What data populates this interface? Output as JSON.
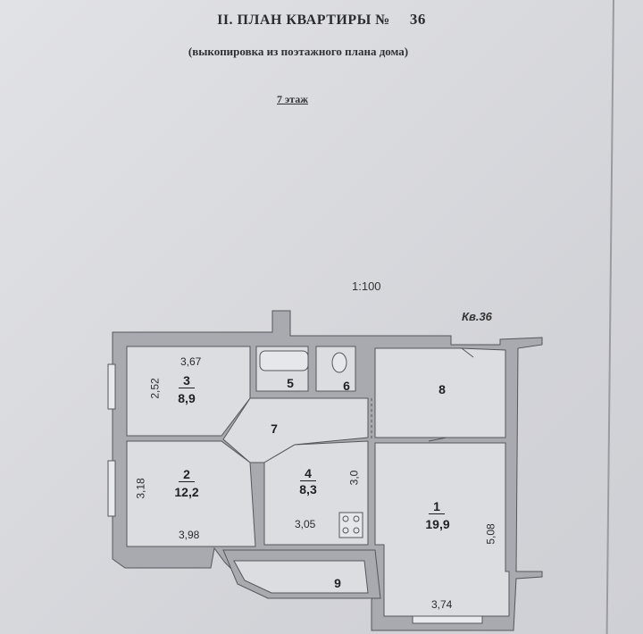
{
  "header": {
    "title": "II. ПЛАН КВАРТИРЫ №",
    "apartment_number": "36",
    "subtitle": "(выкопировка из поэтажного плана дома)",
    "floor": "7 этаж"
  },
  "plan": {
    "scale": "1:100",
    "apartment_label": "Кв.36",
    "rooms": [
      {
        "number": "1",
        "area": "19,9"
      },
      {
        "number": "2",
        "area": "12,2"
      },
      {
        "number": "3",
        "area": "8,9"
      },
      {
        "number": "4",
        "area": "8,3"
      },
      {
        "number": "5"
      },
      {
        "number": "6"
      },
      {
        "number": "7"
      },
      {
        "number": "8"
      },
      {
        "number": "9"
      }
    ],
    "dimensions": {
      "room3_width": "3,67",
      "room3_height": "2,52",
      "room2_height": "3,18",
      "room2_width": "3,98",
      "room4_height": "3,0",
      "room4_width": "3,05",
      "room1_height": "5,08",
      "room1_width": "3,74"
    }
  },
  "colors": {
    "paper": "#d9dade",
    "wall": "#a9aaaf",
    "ink": "#1f2024"
  }
}
